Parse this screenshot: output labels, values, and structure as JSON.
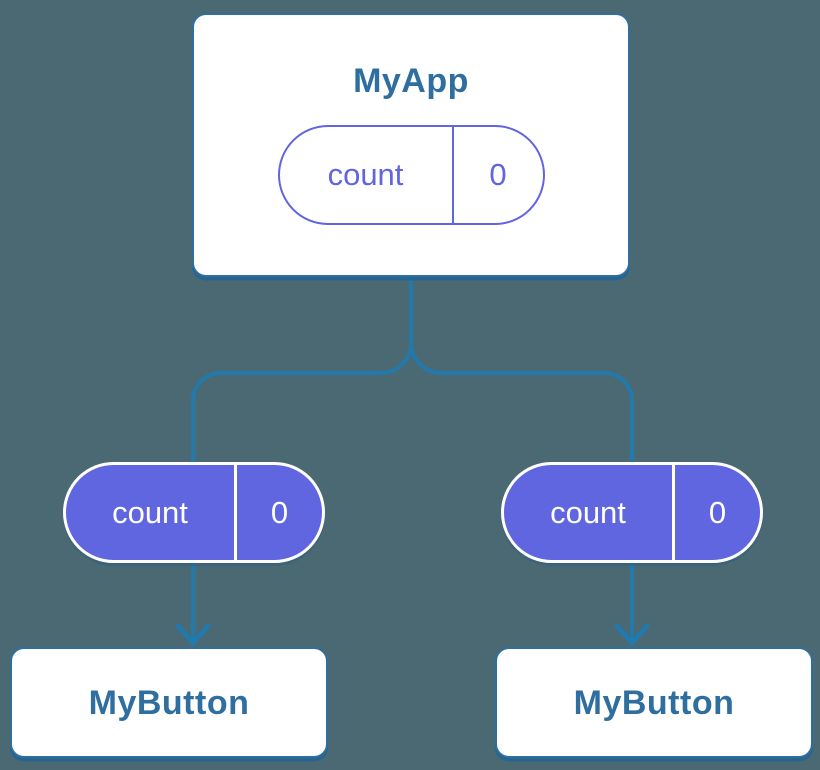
{
  "colors": {
    "background": "#4b6972",
    "connector": "#2279ab",
    "node_border": "#2e6f9f",
    "node_shadow": "#27648f",
    "node_text": "#2f6f9f",
    "card_bg": "#ffffff",
    "pill_purple": "#6065e0",
    "pill_text_light": "#ffffff"
  },
  "root_component": {
    "title": "MyApp",
    "state": {
      "label": "count",
      "value": "0"
    }
  },
  "child_components": [
    {
      "title": "MyButton",
      "state": {
        "label": "count",
        "value": "0"
      }
    },
    {
      "title": "MyButton",
      "state": {
        "label": "count",
        "value": "0"
      }
    }
  ]
}
